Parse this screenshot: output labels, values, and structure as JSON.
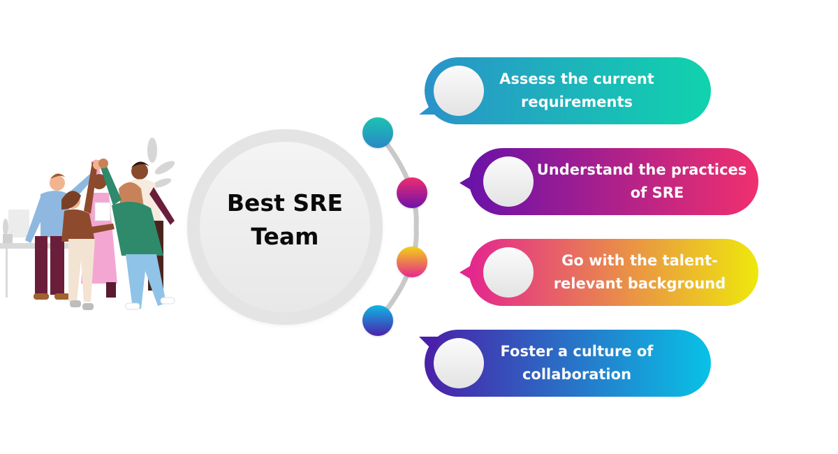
{
  "hub": {
    "title_line1": "Best SRE",
    "title_line2": "Team"
  },
  "illustration": {
    "description": "team-high-five-illustration"
  },
  "items": [
    {
      "line1": "Assess the current",
      "line2": "requirements",
      "gradient_start": "#2a93c9",
      "gradient_end": "#10d3ad",
      "dot_top": "#1bc3b0",
      "dot_bottom": "#2a88c6"
    },
    {
      "line1": "Understand the practices",
      "line2": "of SRE",
      "gradient_start": "#6a12a8",
      "gradient_end": "#f0306e",
      "dot_top": "#ee2d70",
      "dot_bottom": "#6e12aa"
    },
    {
      "line1": "Go with the talent-",
      "line2": "relevant background",
      "gradient_start": "#e4268f",
      "gradient_end": "#eee80c",
      "dot_top": "#f2d215",
      "dot_bottom": "#e6268e"
    },
    {
      "line1": "Foster a culture of",
      "line2": "collaboration",
      "gradient_start": "#4a20a8",
      "gradient_end": "#08c2e6",
      "dot_top": "#10b6e4",
      "dot_bottom": "#4a22ab"
    }
  ]
}
